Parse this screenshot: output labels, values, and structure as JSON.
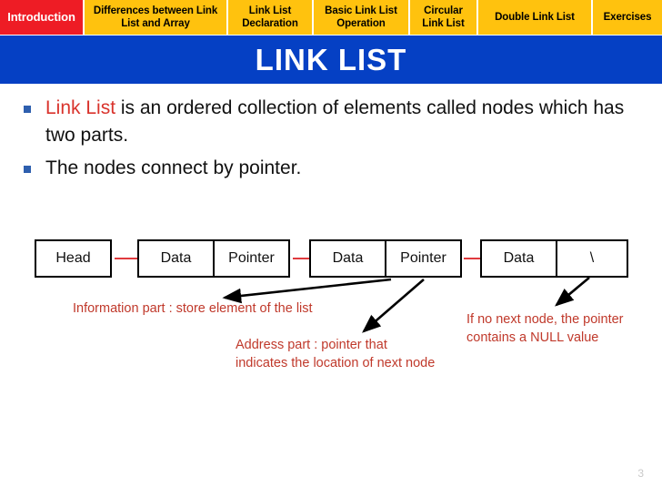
{
  "nav": {
    "tabs": [
      {
        "label": "Introduction",
        "active": true,
        "width": 93
      },
      {
        "label": "Differences between Link List and Array",
        "active": false,
        "width": 158
      },
      {
        "label": "Link List Declaration",
        "active": false,
        "width": 94
      },
      {
        "label": "Basic Link List Operation",
        "active": false,
        "width": 106
      },
      {
        "label": "Circular Link List",
        "active": false,
        "width": 75
      },
      {
        "label": "Double Link List",
        "active": false,
        "width": 126
      },
      {
        "label": "Exercises",
        "active": false,
        "width": 76
      }
    ]
  },
  "header": {
    "title": "LINK LIST"
  },
  "bullets": [
    {
      "highlight": "Link List",
      "rest": " is an ordered collection of elements called nodes which has two parts."
    },
    {
      "highlight": "",
      "rest": "The nodes connect by pointer."
    }
  ],
  "diagram": {
    "head_label": "Head",
    "nodes": [
      {
        "data": "Data",
        "pointer": "Pointer"
      },
      {
        "data": "Data",
        "pointer": "Pointer"
      },
      {
        "data": "Data",
        "pointer": "\\"
      }
    ]
  },
  "annotations": {
    "information_part": "Information part : store element of the list",
    "address_part_line1": "Address part : pointer that",
    "address_part_line2": "indicates the location of next node",
    "null_note_line1": "If no next node, the pointer",
    "null_note_line2": "contains a NULL value"
  },
  "footer": {
    "slide_number": "3"
  },
  "colors": {
    "tab_background": "#FFC20E",
    "tab_active_background": "#EE1C25",
    "banner_blue": "#0540C4",
    "accent_red": "#D9332C",
    "annotation_red": "#C0392B",
    "bullet_blue": "#2E5FAE",
    "arrow_red": "#E03A3E"
  }
}
